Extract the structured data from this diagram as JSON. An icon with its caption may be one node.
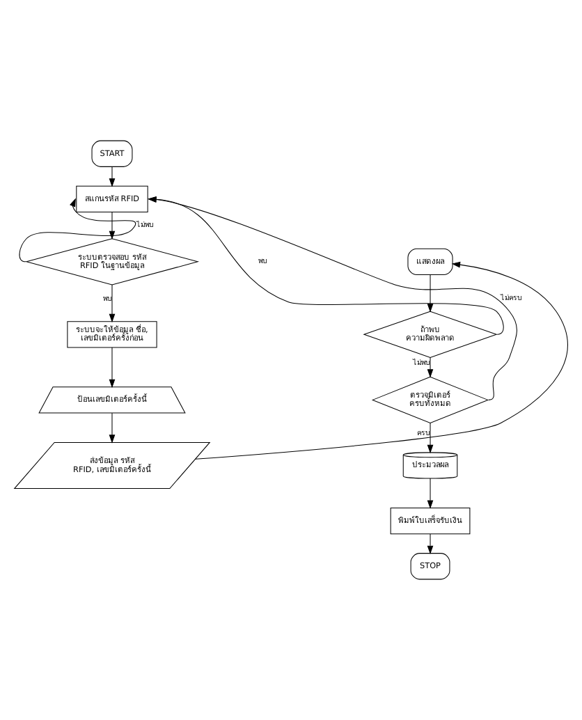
{
  "diagram": {
    "nodes": [
      {
        "text": [
          "START"
        ]
      },
      {
        "text": [
          "สแกนรหัส RFID"
        ]
      },
      {
        "text": [
          "ระบบตรวจสอบ รหัส RFID ในฐานข้อมูล"
        ]
      },
      {
        "text": [
          "ระบบจะให้ข้อมูล ชื่อ, เลขมิเตอร์ครั้งก่อน"
        ]
      },
      {
        "text": [
          "ป้อนเลขมิเตอร์ครั้งนี้"
        ]
      },
      {
        "text": [
          "ส่งข้อมูล รหัส RFID, เลขมิเตอร์ครั้งนี้"
        ]
      },
      {
        "text": [
          "แสดงผล"
        ]
      },
      {
        "text": [
          "ถ้าพบ ความผิดพลาด"
        ]
      },
      {
        "text": [
          "ตรวจมิเตอร์ ครบทั้งหมด"
        ]
      },
      {
        "text": [
          "ประมวลผล"
        ]
      },
      {
        "text": [
          "พิมพ์ใบเสร็จรับเงิน"
        ]
      },
      {
        "text": [
          "STOP"
        ]
      }
    ],
    "edges": [
      {
        "from": 0,
        "to": 1,
        "arrow": "to"
      },
      {
        "from": 1,
        "to": 2,
        "arrow": "to"
      },
      {
        "from": 2,
        "to": 1,
        "arrow": "to",
        "label": "ไม่พบ"
      },
      {
        "from": 2,
        "to": 3,
        "arrow": "to",
        "label": "พบ"
      },
      {
        "from": 3,
        "to": 4,
        "arrow": "to"
      },
      {
        "from": 4,
        "to": 5,
        "arrow": "to"
      },
      {
        "from": 5,
        "to": 6,
        "arrow": "to"
      },
      {
        "from": 6,
        "to": 7,
        "arrow": "to"
      },
      {
        "from": 7,
        "to": 1,
        "arrow": "to",
        "label": "พบ"
      },
      {
        "from": 7,
        "to": 8,
        "arrow": "to",
        "label": "ไม่พบ"
      },
      {
        "from": 8,
        "to": 1,
        "arrow": "to",
        "label": "ไม่ครบ"
      },
      {
        "from": 8,
        "to": 9,
        "arrow": "to",
        "label": "ครบ"
      },
      {
        "from": 9,
        "to": 10,
        "arrow": "to"
      },
      {
        "from": 10,
        "to": 11,
        "arrow": "to"
      }
    ]
  }
}
